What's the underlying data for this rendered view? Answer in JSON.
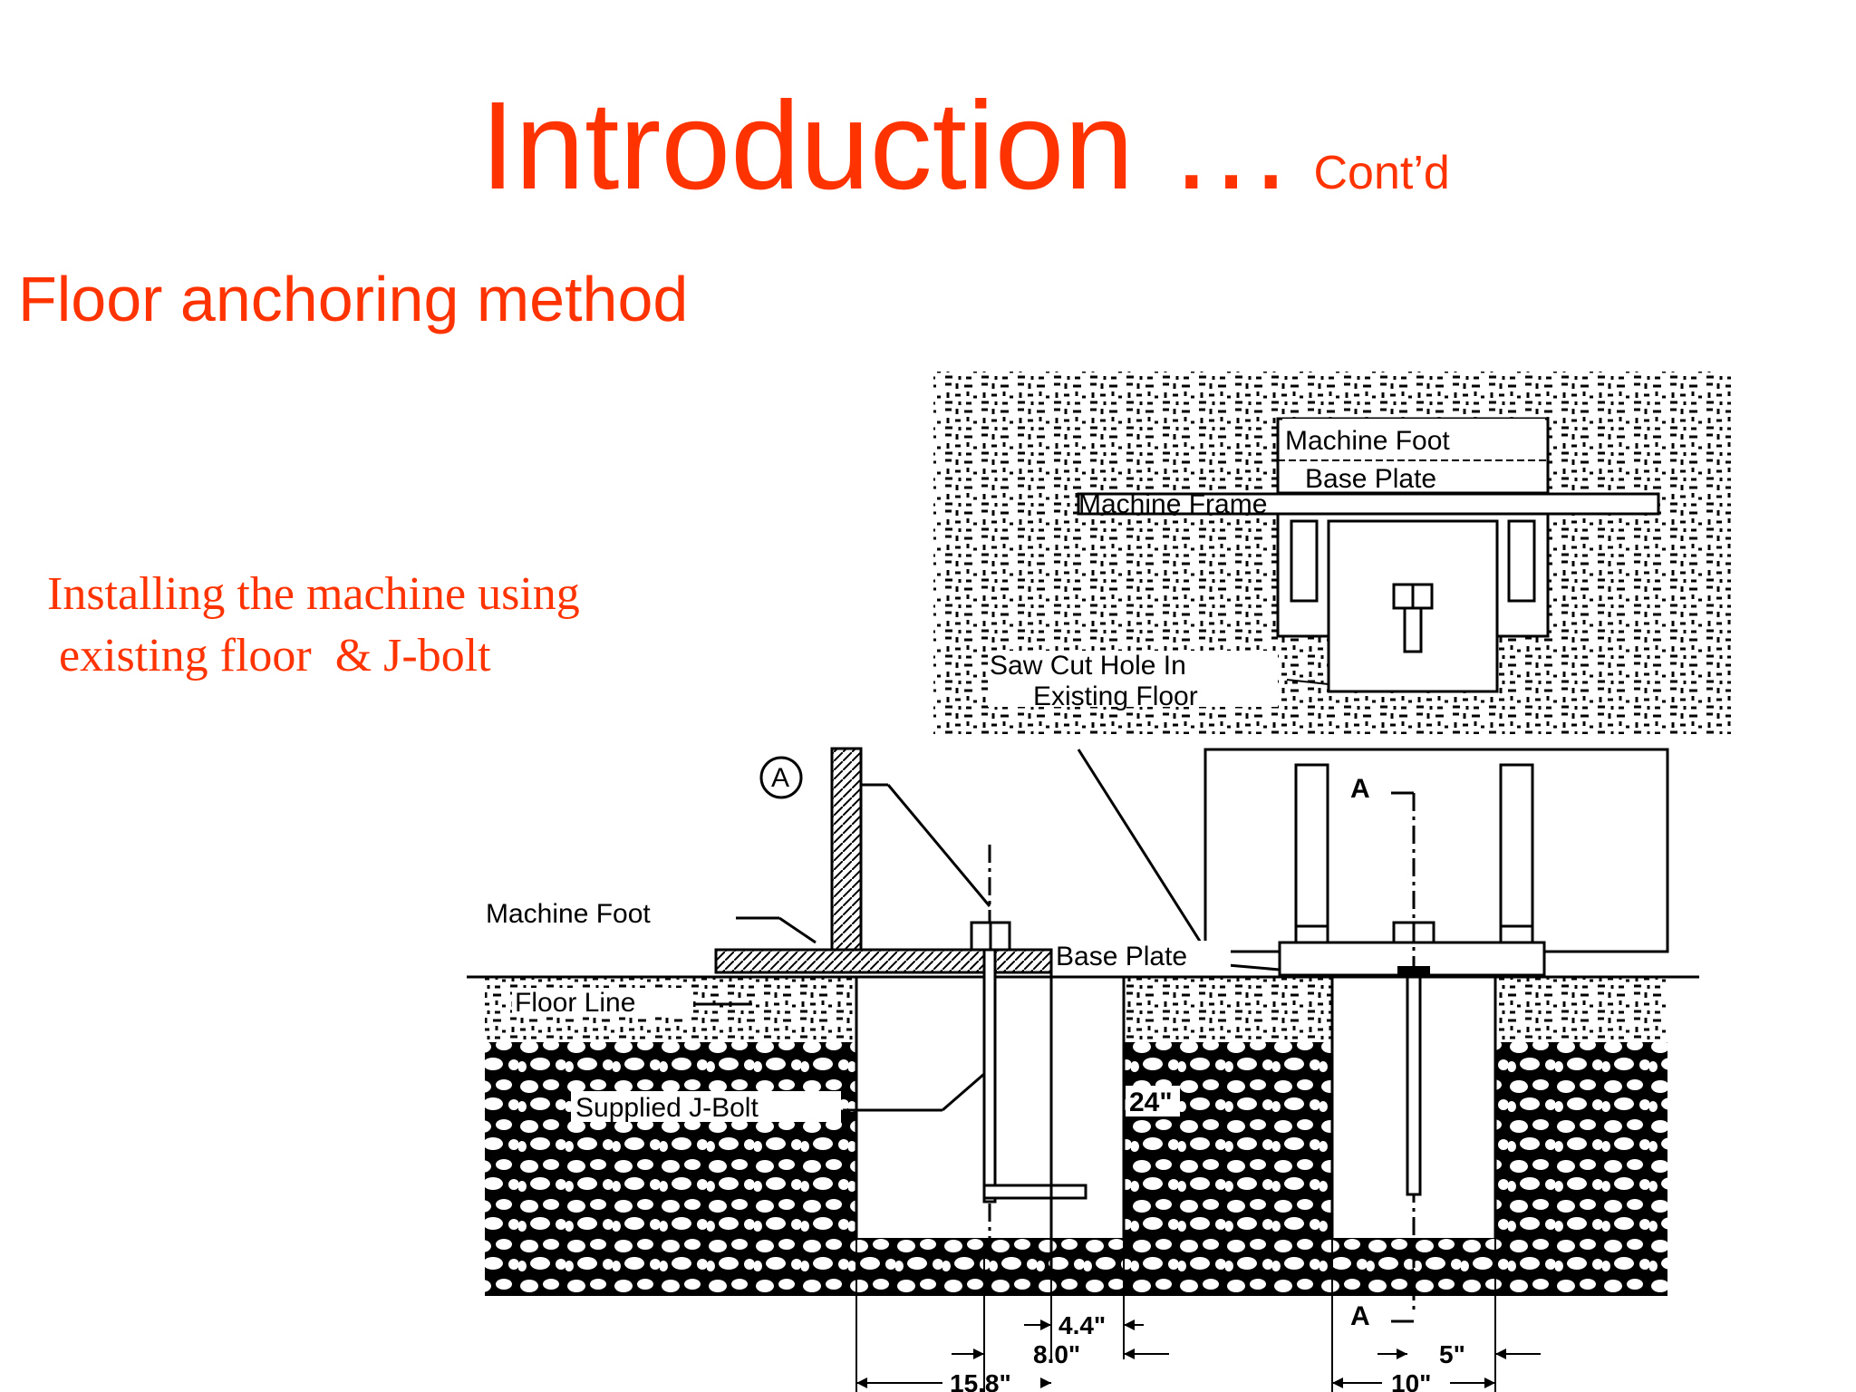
{
  "slide": {
    "title": "Introduction …",
    "title_suffix": "Cont’d",
    "subtitle": "Floor anchoring method",
    "caption_line1": "Installing the machine using",
    "caption_line2": " existing floor  & J-bolt",
    "accent_color": "#ff3300"
  },
  "diagram": {
    "top_view": {
      "machine_foot": "Machine Foot",
      "base_plate": "Base Plate",
      "machine_frame": "Machine Frame",
      "saw_cut_1": "Saw Cut Hole In",
      "saw_cut_2": "Existing Floor"
    },
    "section_view": {
      "marker": "A",
      "machine_foot": "Machine Foot",
      "base_plate": "Base Plate",
      "floor_line": "Floor Line",
      "j_bolt": "Supplied J-Bolt",
      "depth": "24\"",
      "dim_4_4": "4.4\"",
      "dim_8_0": "8.0\"",
      "dim_15_8": "15.8\""
    },
    "side_view": {
      "section_a_top": "A",
      "section_a_bottom": "A",
      "dim_5": "5\"",
      "dim_10": "10\""
    }
  }
}
